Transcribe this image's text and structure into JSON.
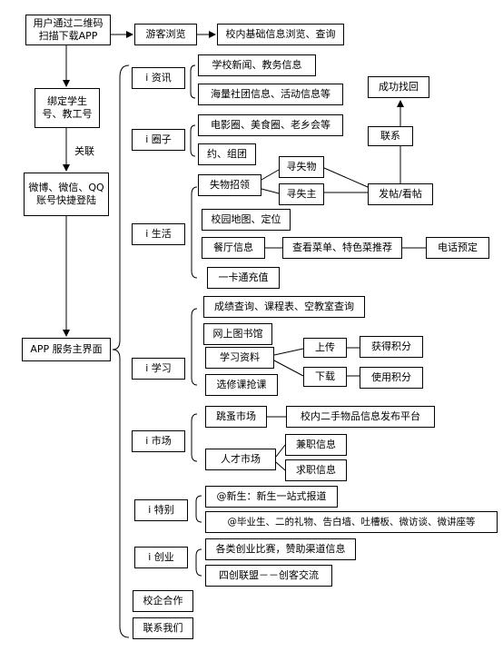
{
  "nodes": {
    "download": "用户通过二维码扫描下载APP",
    "visitor": "游客浏览",
    "campus_info": "校内基础信息浏览、查询",
    "bind": "绑定学生号、教工号",
    "relate": "关联",
    "social_login": "微博、微信、QQ账号快捷登陆",
    "main_ui": "APP 服务主界面",
    "cat_news": "i 资讯",
    "news_1": "学校新闻、教务信息",
    "news_2": "海量社团信息、活动信息等",
    "cat_circle": "i 圈子",
    "circle_1": "电影圈、美食圈、老乡会等",
    "circle_2": "约、组团",
    "cat_life": "i 生活",
    "lost_found": "失物招领",
    "find_item": "寻失物",
    "find_owner": "寻失主",
    "post": "发帖/看帖",
    "contact": "联系",
    "found_back": "成功找回",
    "campus_map": "校园地图、定位",
    "canteen": "餐厅信息",
    "menu": "查看菜单、特色菜推荐",
    "reserve": "电话预定",
    "card": "一卡通充值",
    "cat_study": "i 学习",
    "grades": "成绩查询、课程表、空教室查询",
    "library": "网上图书馆",
    "materials": "学习资料",
    "upload": "上传",
    "get_points": "获得积分",
    "download_item": "下载",
    "use_points": "使用积分",
    "course_select": "选修课抢课",
    "cat_market": "i 市场",
    "flea": "跳蚤市场",
    "second_hand": "校内二手物品信息发布平台",
    "talent": "人才市场",
    "part_time": "兼职信息",
    "job_seek": "求职信息",
    "cat_special": "i 特别",
    "freshman": "@新生：新生一站式报道",
    "graduate": "@毕业生、二的礼物、告白墙、吐槽板、微访谈、微讲座等",
    "cat_startup": "i 创业",
    "contests": "各类创业比赛，赞助渠道信息",
    "alliance": "四创联盟－－创客交流",
    "coop": "校企合作",
    "contact_us": "联系我们"
  }
}
